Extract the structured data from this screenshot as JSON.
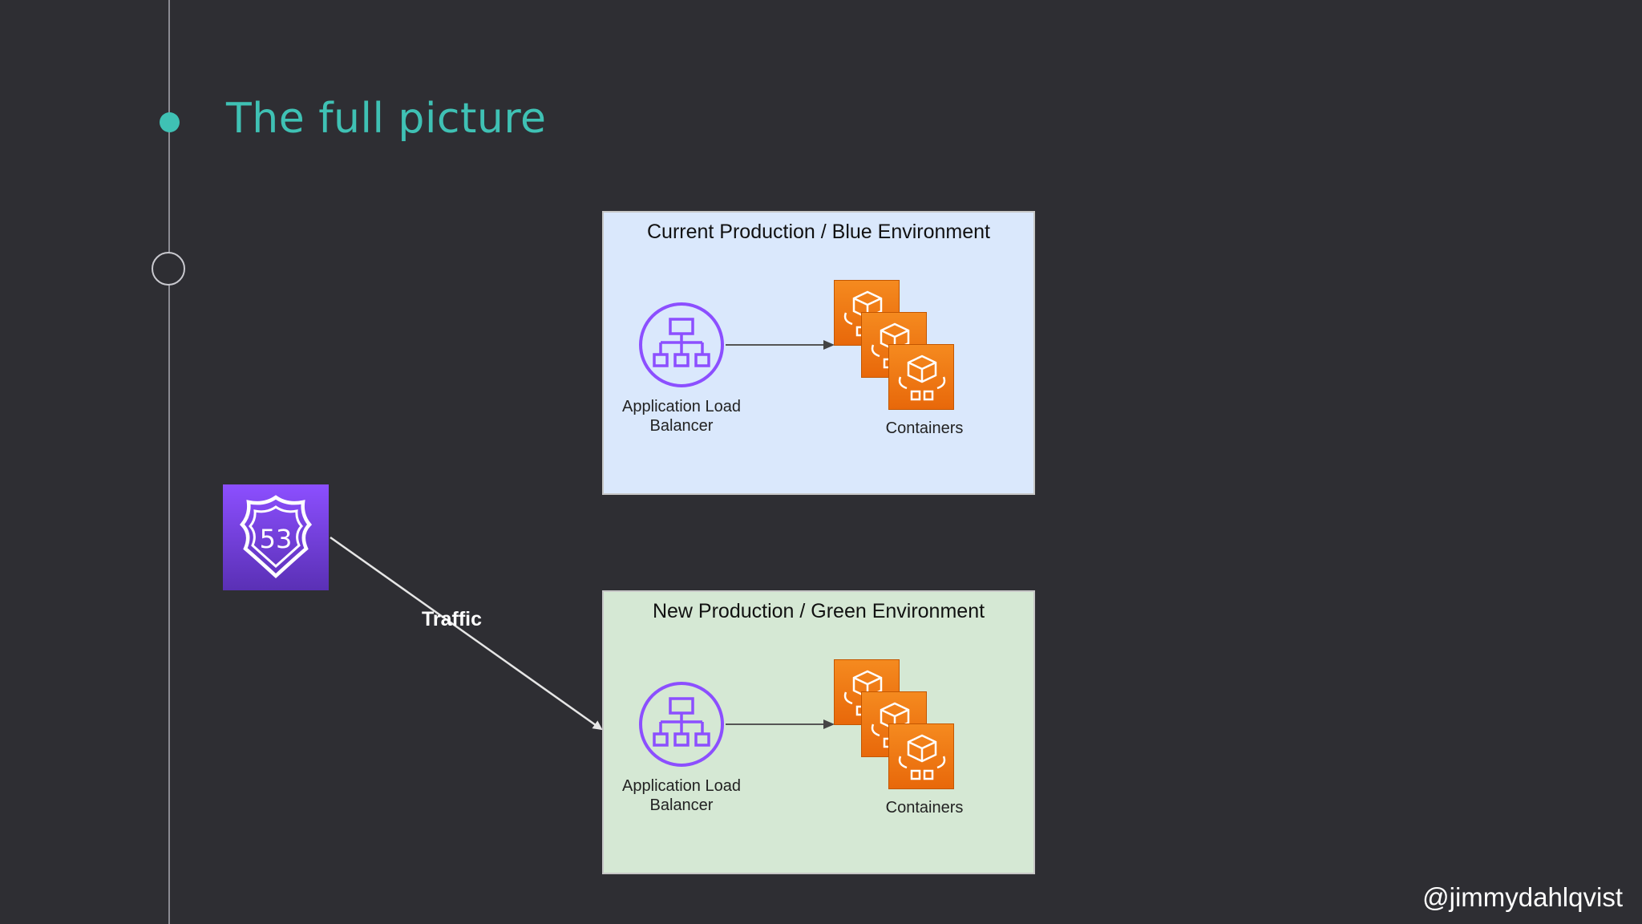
{
  "slide": {
    "title": "The full picture",
    "handle": "@jimmydahlqvist"
  },
  "diagram": {
    "blue_env": {
      "title": "Current Production / Blue Environment",
      "alb_label_line1": "Application Load",
      "alb_label_line2": "Balancer",
      "containers_label": "Containers",
      "fill": "#dae8fc"
    },
    "green_env": {
      "title": "New Production / Green Environment",
      "alb_label_line1": "Application Load",
      "alb_label_line2": "Balancer",
      "containers_label": "Containers",
      "fill": "#d5e8d4"
    },
    "route53": {
      "badge_text": "53",
      "icon": "route53-shield-icon"
    },
    "traffic_label": "Traffic"
  },
  "colors": {
    "accent": "#3fc1b4",
    "background": "#2e2e33",
    "alb_purple": "#8c4fff",
    "container_orange": "#f58a1f"
  }
}
